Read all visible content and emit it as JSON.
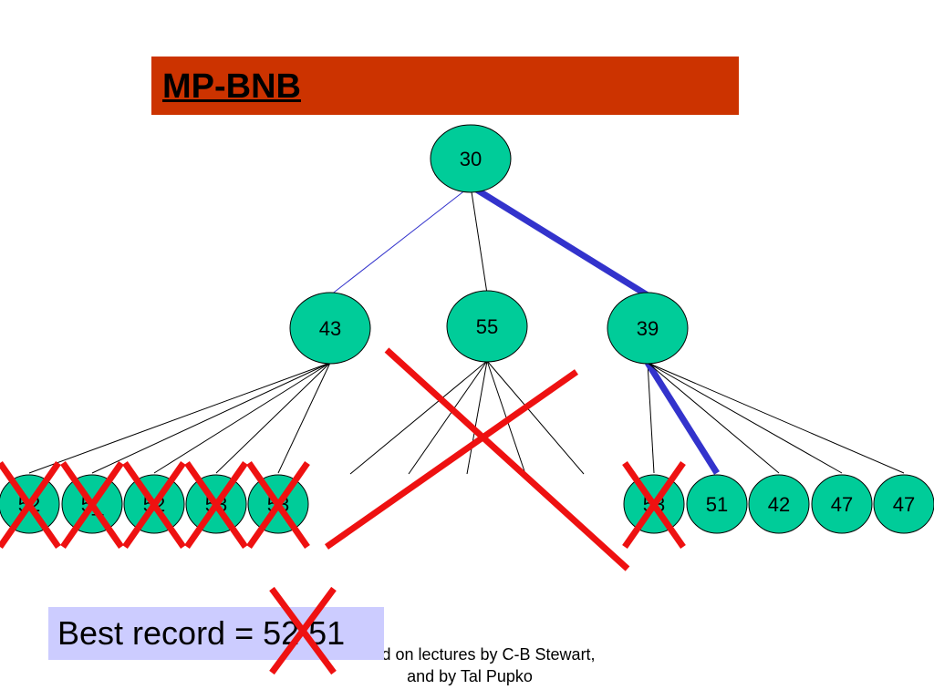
{
  "slide": {
    "title": "MP-BNB",
    "best_record": "Best record = 52 51",
    "footer_line1": "Based on lectures by C-B Stewart,",
    "footer_line2": "and by Tal Pupko"
  },
  "colors": {
    "title_bar": "#cc3300",
    "node_fill": "#00cc99",
    "highlight_edge": "#3333cc",
    "cross": "#ee1111",
    "best_box": "#ccccff"
  },
  "tree": {
    "root": {
      "id": "root",
      "label": "30"
    },
    "level1": [
      {
        "id": "n43",
        "label": "43"
      },
      {
        "id": "n55",
        "label": "55"
      },
      {
        "id": "n39",
        "label": "39"
      }
    ],
    "level2": [
      {
        "id": "l1",
        "label": "52",
        "parent": "n43",
        "crossed": true
      },
      {
        "id": "l2",
        "label": "5_",
        "parent": "n43",
        "crossed": true
      },
      {
        "id": "l3",
        "label": "52",
        "parent": "n43",
        "crossed": true
      },
      {
        "id": "l4",
        "label": "53",
        "parent": "n43",
        "crossed": true
      },
      {
        "id": "l5",
        "label": "53",
        "parent": "n43",
        "crossed": true
      },
      {
        "id": "l6",
        "label": "53",
        "parent": "n39",
        "crossed": true
      },
      {
        "id": "l7",
        "label": "51",
        "parent": "n39",
        "crossed": false
      },
      {
        "id": "l8",
        "label": "42",
        "parent": "n39",
        "crossed": false
      },
      {
        "id": "l9",
        "label": "47",
        "parent": "n39",
        "crossed": false
      },
      {
        "id": "l10",
        "label": "47",
        "parent": "n39",
        "crossed": false
      }
    ],
    "pruned_branch": "n55",
    "highlight_path": [
      "root",
      "n39",
      "l7"
    ]
  }
}
